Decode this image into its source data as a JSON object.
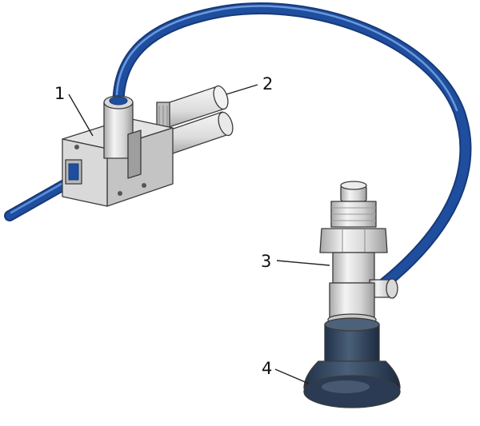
{
  "colors": {
    "hose": "#1f4e9e",
    "hose_highlight": "#5f8fd8",
    "hose_shadow": "#173a78",
    "metal_light": "#eeeeee",
    "metal_mid": "#d2d2d2",
    "metal_dark": "#a8a8a8",
    "cup_dark": "#27384f",
    "cup_mid": "#3b5068",
    "cup_light": "#5a6e86",
    "line": "#222222"
  },
  "callouts": [
    {
      "label": "1",
      "part": "vacuum-generator"
    },
    {
      "label": "2",
      "part": "silencer"
    },
    {
      "label": "3",
      "part": "suction-cup-fitting"
    },
    {
      "label": "4",
      "part": "suction-cup"
    }
  ]
}
